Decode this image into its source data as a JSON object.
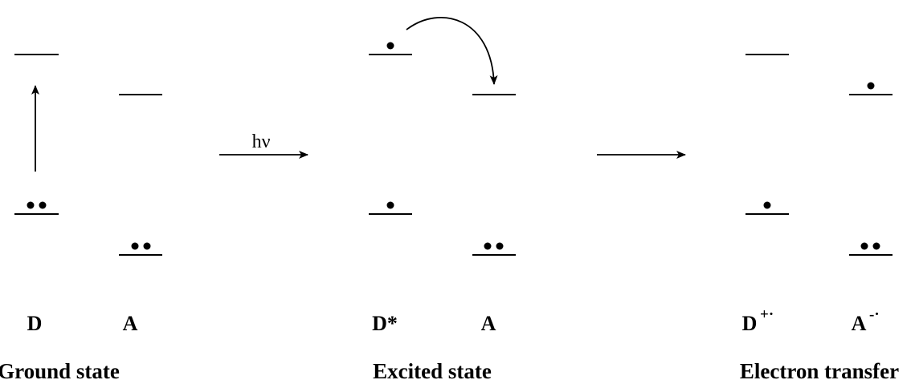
{
  "panels": [
    {
      "title": "Ground state",
      "donor": {
        "label": "D",
        "superscript": ""
      },
      "acceptor": {
        "label": "A",
        "superscript": ""
      },
      "electrons": {
        "donor_upper": 0,
        "donor_lower": 2,
        "acceptor_upper": 0,
        "acceptor_lower": 2
      }
    },
    {
      "title": "Excited state",
      "donor": {
        "label": "D*",
        "superscript": ""
      },
      "acceptor": {
        "label": "A",
        "superscript": ""
      },
      "electrons": {
        "donor_upper": 1,
        "donor_lower": 1,
        "acceptor_upper": 0,
        "acceptor_lower": 2
      }
    },
    {
      "title": "Electron transfer",
      "donor": {
        "label": "D",
        "superscript": "+·"
      },
      "acceptor": {
        "label": "A",
        "superscript": "-·"
      },
      "electrons": {
        "donor_upper": 0,
        "donor_lower": 1,
        "acceptor_upper": 1,
        "acceptor_lower": 2
      }
    }
  ],
  "arrows": {
    "step1_label": "hν",
    "step2_label": ""
  },
  "colors": {
    "ink": "#000000",
    "background": "#ffffff"
  }
}
